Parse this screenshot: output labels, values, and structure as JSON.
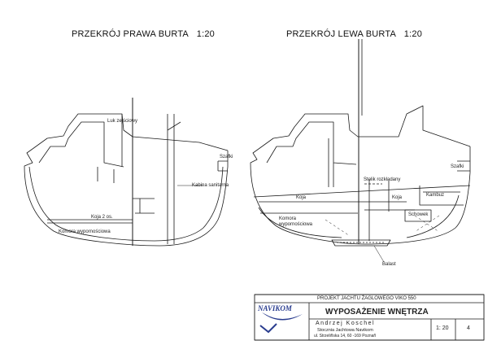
{
  "titles": {
    "right": "PRZEKRÓJ PRAWA BURTA",
    "right_scale": "1:20",
    "left": "PRZEKRÓJ LEWA BURTA",
    "left_scale": "1:20"
  },
  "labels_right": {
    "luk": "Luk zejściowy",
    "szafki": "Szafki",
    "kabina": "Kabina sanitarna",
    "koja": "Koja 2 os.",
    "komora": "Komora wypornościowa"
  },
  "labels_left": {
    "szafki": "Szafki",
    "stolik": "Stolik rozkładany",
    "kambuz": "Kambuz",
    "koja_a": "Koja",
    "koja_b": "Koja",
    "schowek": "Schowek",
    "komora": "Komora wypornościowa",
    "balast": "Balast"
  },
  "title_block": {
    "project": "PROJEKT JACHTU ŻAGLOWEGO VIKO 550",
    "logo": "NAVIKOM",
    "sheet_title": "WYPOSAŻENIE WNĘTRZA",
    "author": "Andrzej Koschel",
    "company": "Stocznia Jachtowa Navikom",
    "address": "ul. Strzeliñska 14, 60 -169 Poznañ",
    "scale": "1: 20",
    "sheet_no": "4"
  },
  "colors": {
    "line": "#1a1a1a",
    "logo_blue": "#2a3d8f"
  }
}
